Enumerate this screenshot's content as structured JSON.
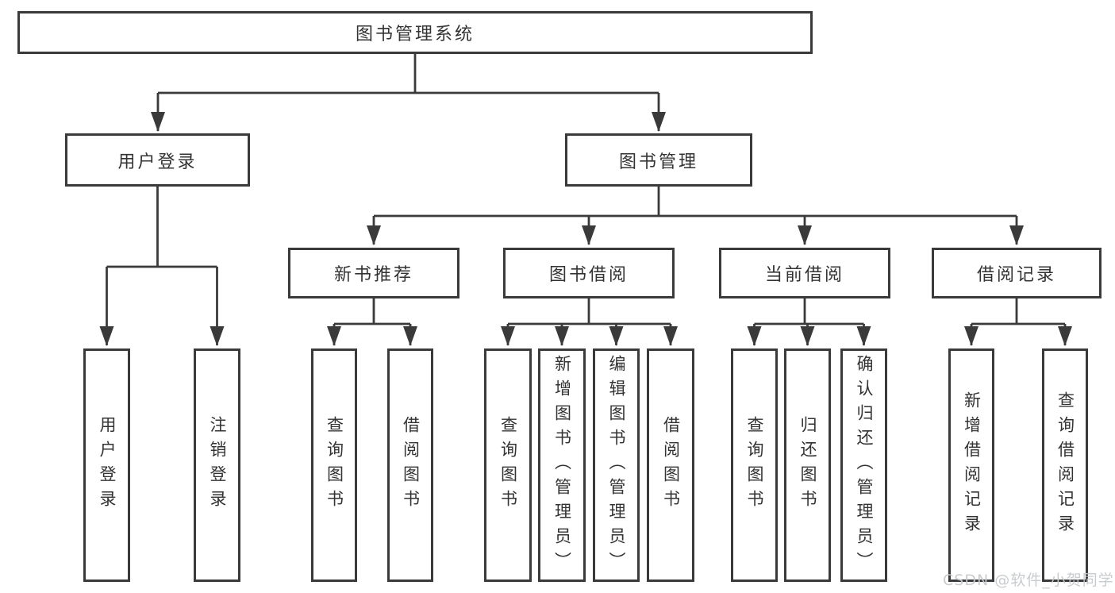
{
  "diagram": {
    "root": {
      "label": "图书管理系统"
    },
    "level2": {
      "user_login": {
        "label": "用户登录"
      },
      "book_management": {
        "label": "图书管理"
      }
    },
    "level3": {
      "new_book_recommend": {
        "label": "新书推荐"
      },
      "book_borrow": {
        "label": "图书借阅"
      },
      "current_borrow": {
        "label": "当前借阅"
      },
      "borrow_record": {
        "label": "借阅记录"
      }
    },
    "leaves": {
      "user_login": "用户登录",
      "logout": "注销登录",
      "recommend_query_books": "查询图书",
      "recommend_borrow_books": "借阅图书",
      "borrow_query_books": "查询图书",
      "borrow_add_books": "新增图书（管理员）",
      "borrow_edit_books": "编辑图书（管理员）",
      "borrow_borrow_books": "借阅图书",
      "current_query_books": "查询图书",
      "current_return_books": "归还图书",
      "current_confirm_return": "确认归还（管理员）",
      "record_add": "新增借阅记录",
      "record_query": "查询借阅记录"
    },
    "colors": {
      "line": "#3a3a3a",
      "border": "#3a3a3a",
      "text": "#333333",
      "background": "#ffffff",
      "watermark": "#c6c9cc"
    },
    "watermark": "CSDN @软件_小贺同学"
  }
}
